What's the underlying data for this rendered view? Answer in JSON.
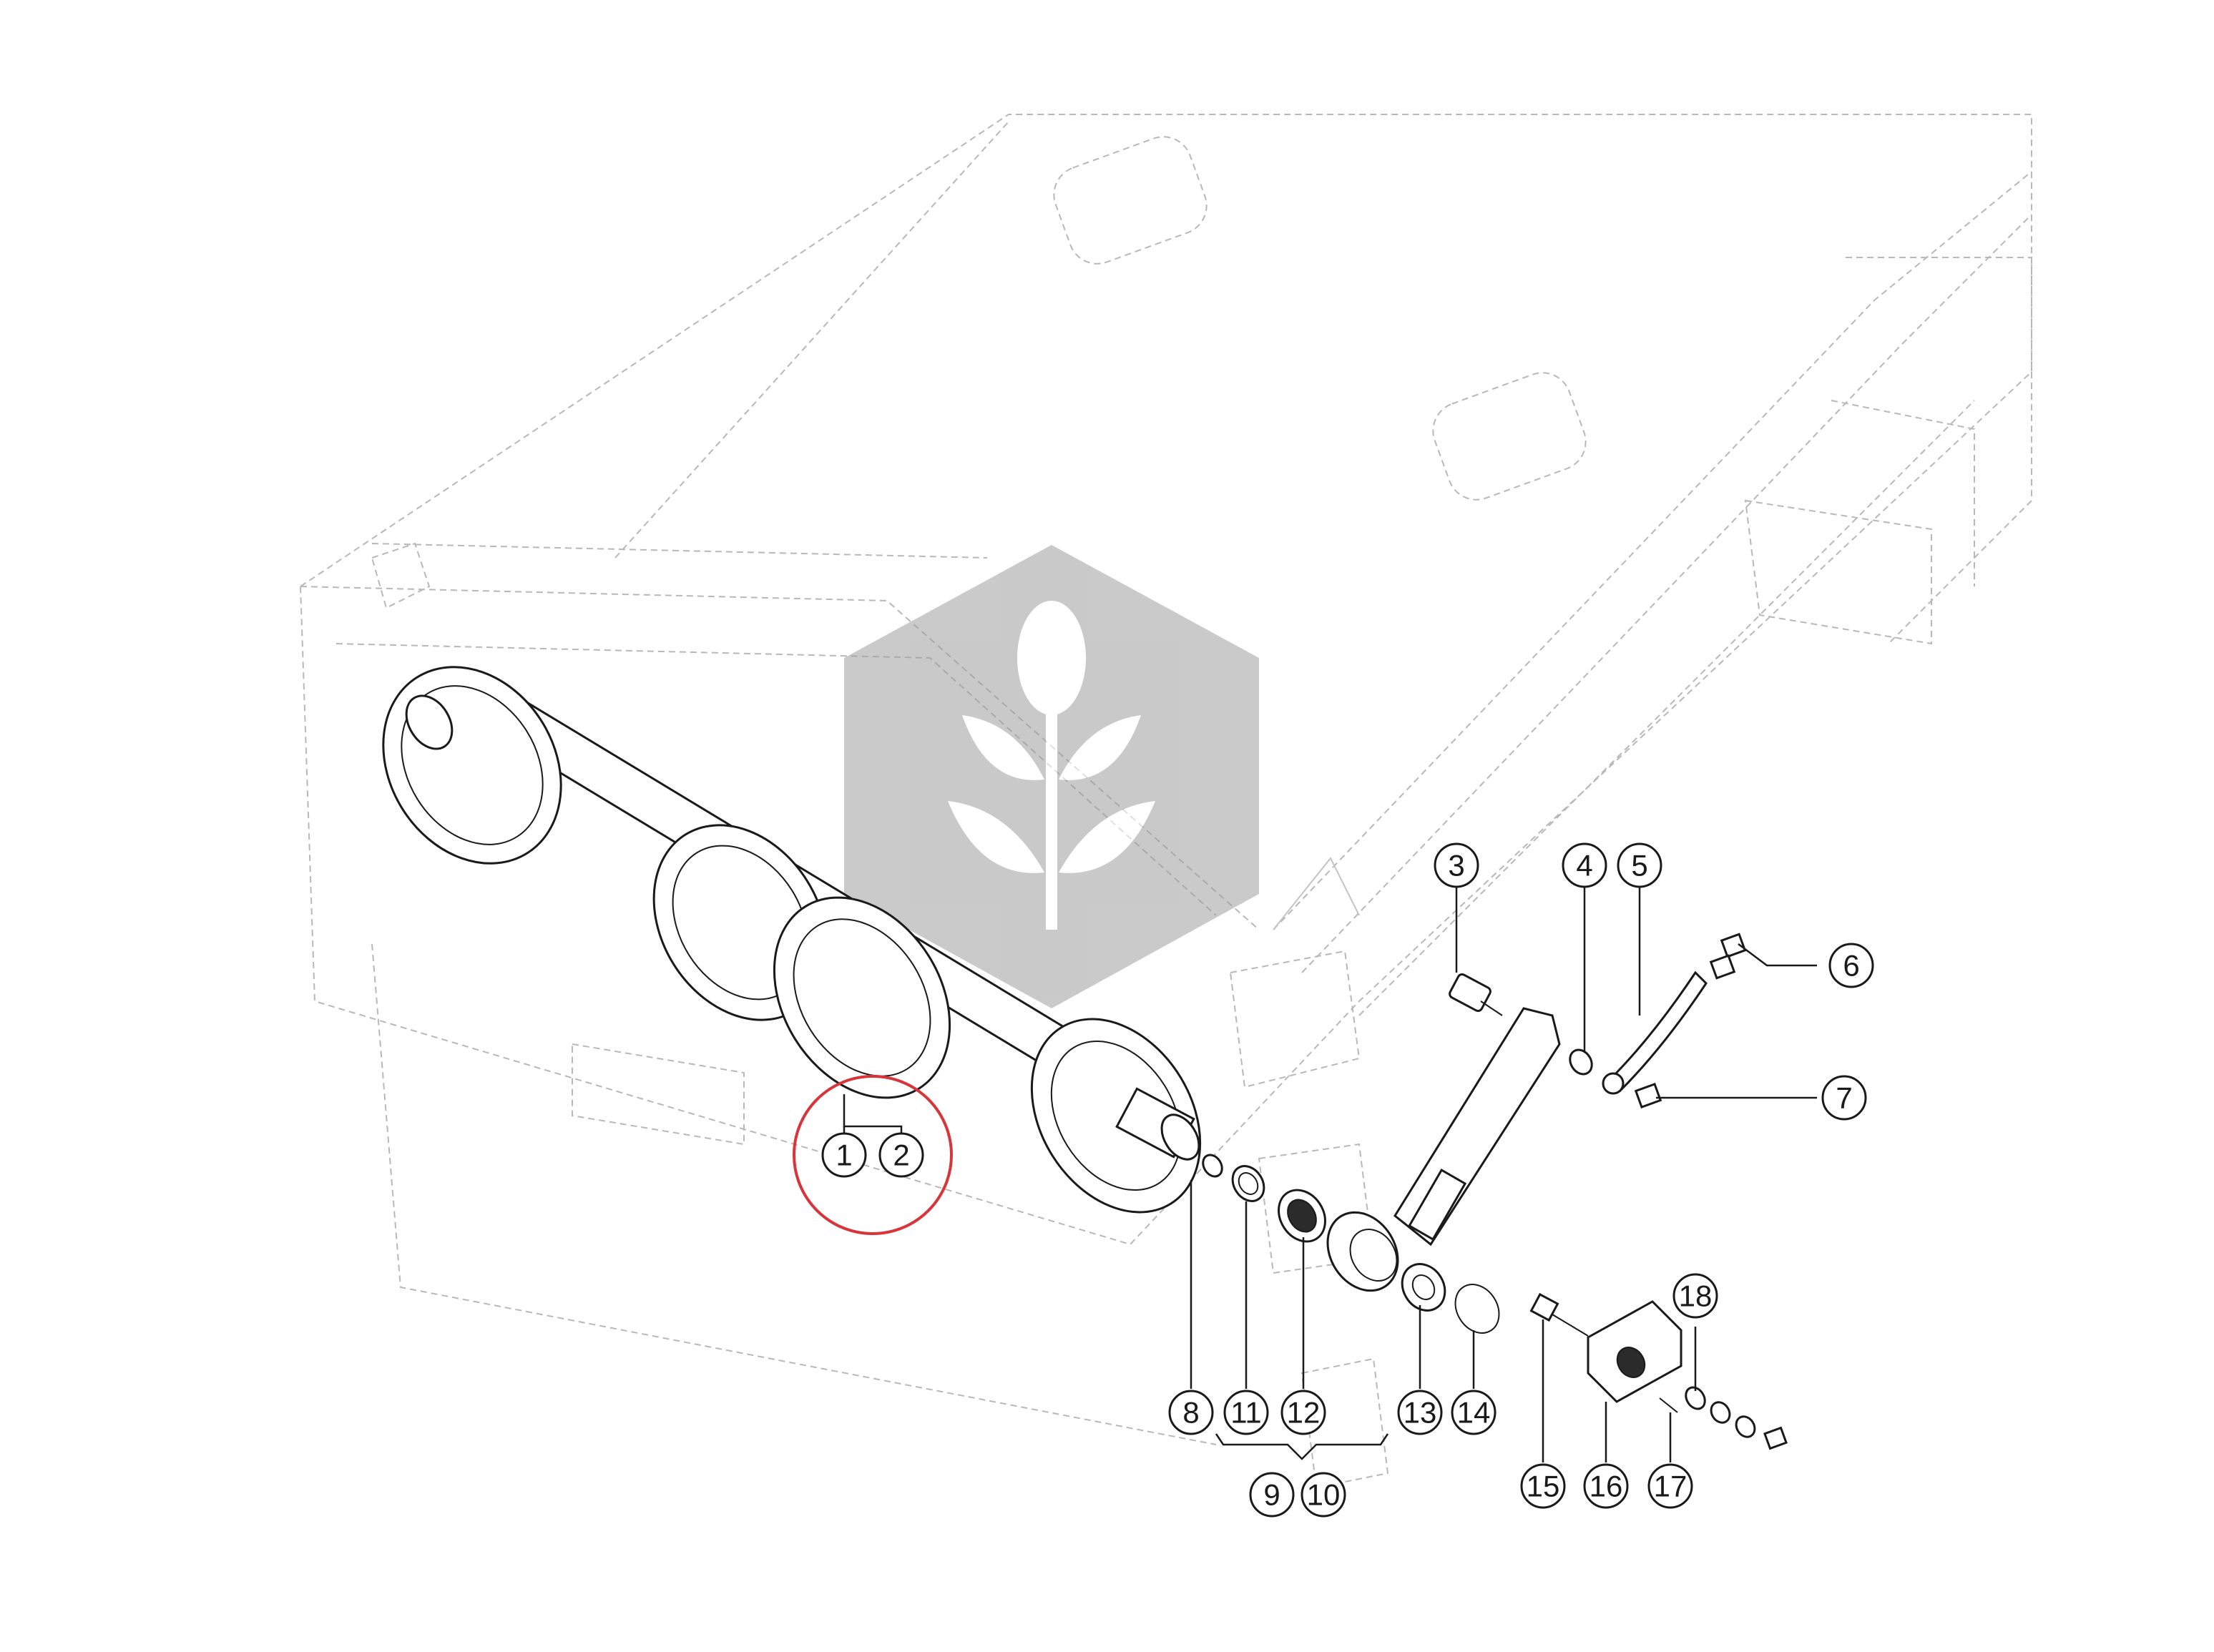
{
  "diagram": {
    "watermark_icon": "wheat-logo-hexagon",
    "highlight_color": "#d8353b",
    "callouts": [
      {
        "id": "c1",
        "label": "1"
      },
      {
        "id": "c2",
        "label": "2"
      },
      {
        "id": "c3",
        "label": "3"
      },
      {
        "id": "c4",
        "label": "4"
      },
      {
        "id": "c5",
        "label": "5"
      },
      {
        "id": "c6",
        "label": "6"
      },
      {
        "id": "c7",
        "label": "7"
      },
      {
        "id": "c8",
        "label": "8"
      },
      {
        "id": "c9",
        "label": "9"
      },
      {
        "id": "c10",
        "label": "10"
      },
      {
        "id": "c11",
        "label": "11"
      },
      {
        "id": "c12",
        "label": "12"
      },
      {
        "id": "c13",
        "label": "13"
      },
      {
        "id": "c14",
        "label": "14"
      },
      {
        "id": "c15",
        "label": "15"
      },
      {
        "id": "c16",
        "label": "16"
      },
      {
        "id": "c17",
        "label": "17"
      },
      {
        "id": "c18",
        "label": "18"
      }
    ]
  }
}
